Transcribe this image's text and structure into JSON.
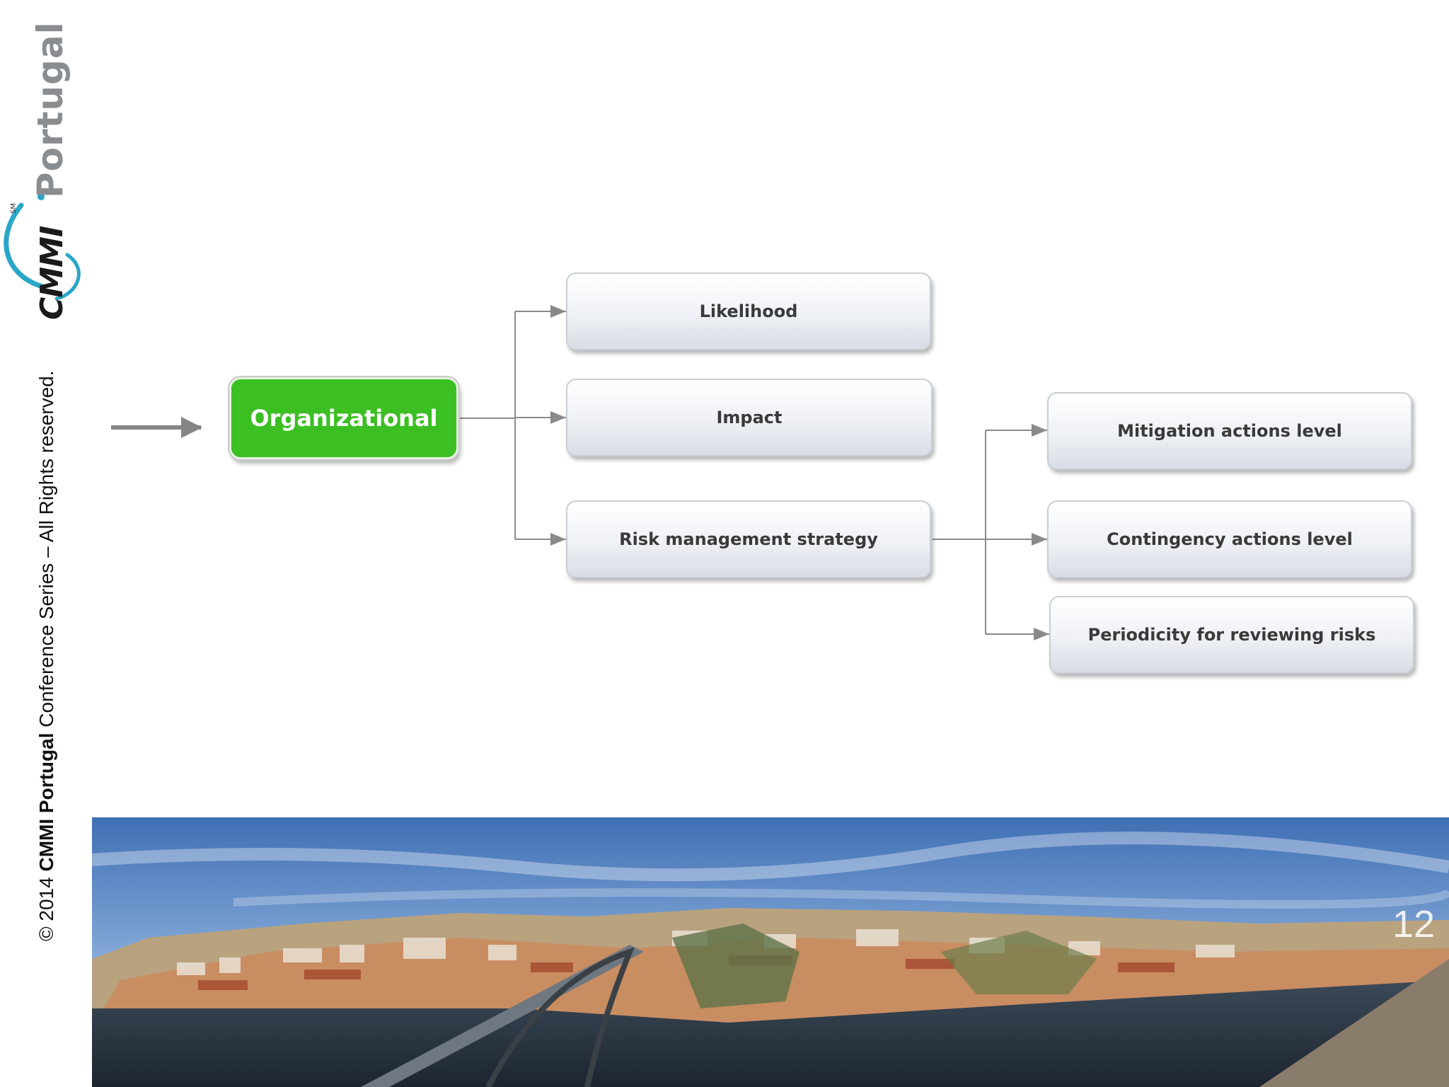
{
  "sidebar": {
    "copyright_prefix": "© 2014 ",
    "brand": "CMMI Portugal",
    "copyright_suffix": "  Conference Series – All Rights reserved."
  },
  "logo": {
    "wordmark": "CMMI",
    "mark": "SM",
    "region": "Portugal"
  },
  "diagram": {
    "root": "Organizational",
    "level1": [
      "Likelihood",
      "Impact",
      "Risk management strategy"
    ],
    "level2": [
      "Mitigation actions level",
      "Contingency actions level",
      "Periodicity for reviewing risks"
    ]
  },
  "slide": {
    "page_number": "12"
  },
  "colors": {
    "root_fill": "#3bbf22",
    "connector": "#8a8a8a",
    "logo_teal": "#2aa6c8"
  }
}
